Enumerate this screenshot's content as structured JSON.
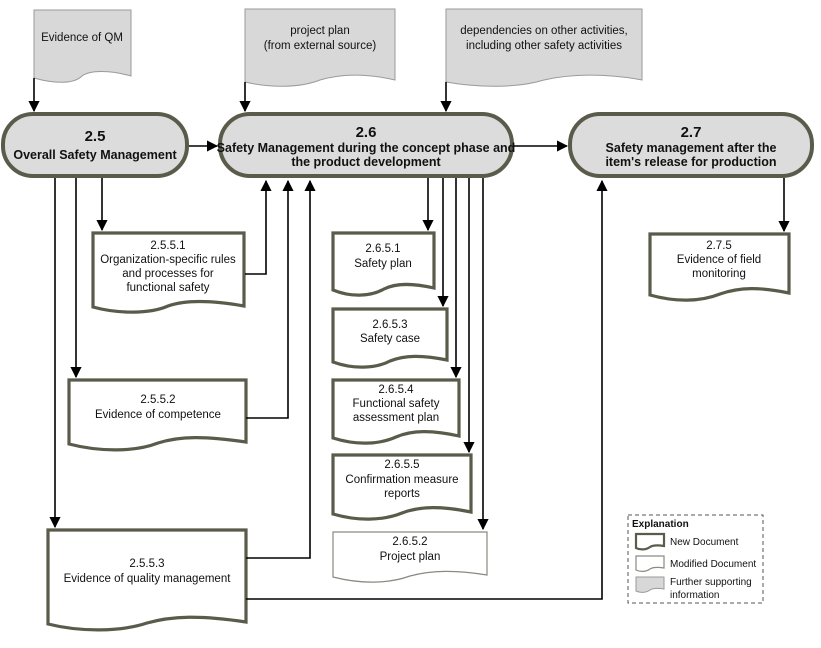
{
  "inputs": {
    "qm": [
      "Evidence of QM"
    ],
    "project_plan": [
      "project plan",
      "(from external source)"
    ],
    "dependencies": [
      "dependencies on other activities,",
      "including other safety activities"
    ]
  },
  "processes": {
    "p25": {
      "num": "2.5",
      "lines": [
        "Overall Safety Management"
      ]
    },
    "p26": {
      "num": "2.6",
      "lines": [
        "Safety Management during the concept phase and",
        "the product development"
      ]
    },
    "p27": {
      "num": "2.7",
      "lines": [
        "Safety management after the",
        "item's release for production"
      ]
    }
  },
  "documents": {
    "d2551": [
      "2.5.5.1",
      "Organization-specific rules",
      "and processes for",
      "functional safety"
    ],
    "d2552": [
      "2.5.5.2",
      "Evidence of competence"
    ],
    "d2553": [
      "2.5.5.3",
      "Evidence of quality management"
    ],
    "d2651": [
      "2.6.5.1",
      "Safety plan"
    ],
    "d2653": [
      "2.6.5.3",
      "Safety case"
    ],
    "d2654": [
      "2.6.5.4",
      "Functional safety",
      "assessment plan"
    ],
    "d2655": [
      "2.6.5.5",
      "Confirmation measure",
      "reports"
    ],
    "d2652": [
      "2.6.5.2",
      "Project plan"
    ],
    "d275": [
      "2.7.5",
      "Evidence of field",
      "monitoring"
    ]
  },
  "legend": {
    "title": "Explanation",
    "new_document": "New Document",
    "modified_document": "Modified  Document",
    "further_supporting": [
      "Further supporting",
      "information"
    ]
  },
  "colors": {
    "process_fill": "#dcdcdc",
    "border_dark": "#5b5b4b",
    "supporting_fill": "#d8d8d8"
  }
}
